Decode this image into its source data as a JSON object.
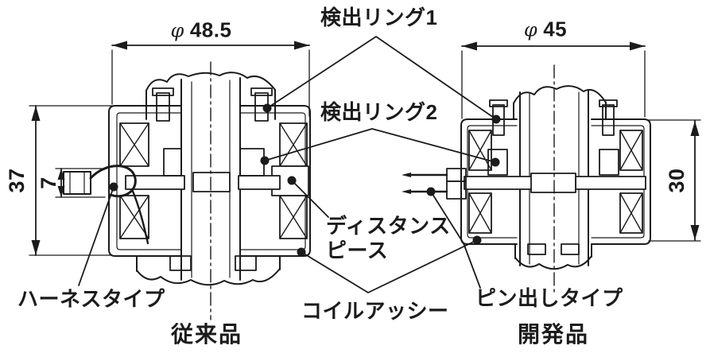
{
  "diagram": {
    "dimensions": {
      "phi": "φ",
      "left_diameter": "48.5",
      "right_diameter": "45",
      "left_overall_height": "37",
      "left_harness_height": "7",
      "right_overall_height": "30"
    },
    "callouts": {
      "detection_ring_1": "検出リング1",
      "detection_ring_2": "検出リング2",
      "distance_piece_line1": "ディスタンス",
      "distance_piece_line2": "ピース",
      "coil_assembly": "コイルアッシー",
      "harness_type": "ハーネスタイプ",
      "pin_type": "ピン出しタイプ"
    },
    "captions": {
      "left_product": "従来品",
      "right_product": "開発品"
    },
    "colors": {
      "line": "#1b1b1b",
      "background": "#ffffff"
    }
  }
}
